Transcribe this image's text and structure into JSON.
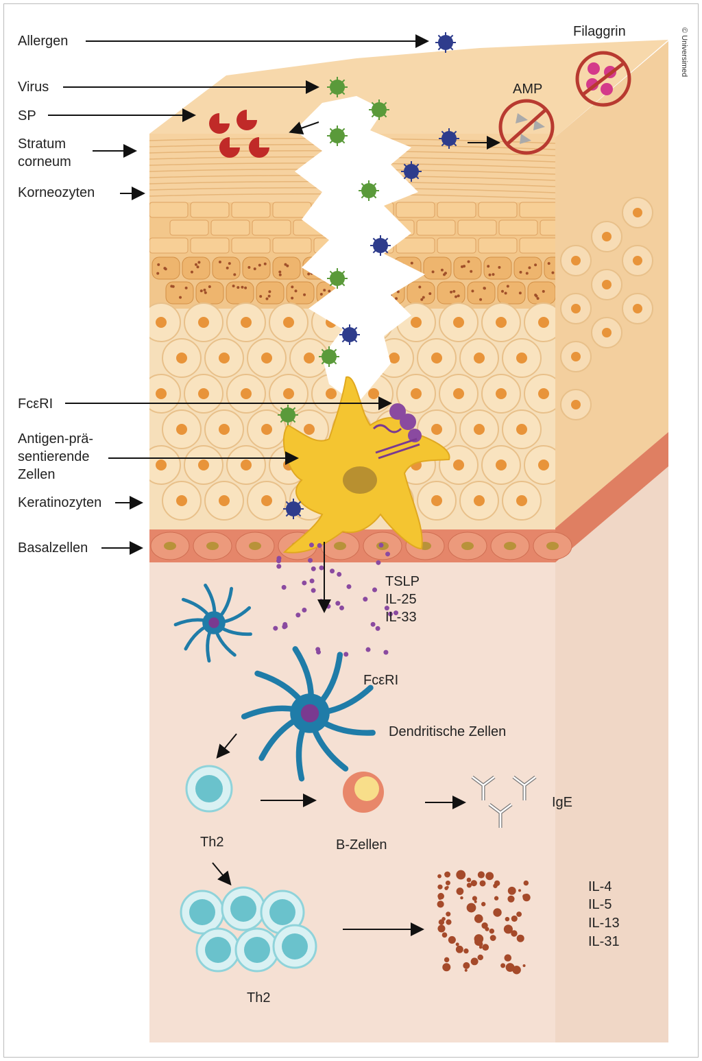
{
  "labels": {
    "allergen": "Allergen",
    "virus": "Virus",
    "sp": "SP",
    "stratum_corneum_1": "Stratum",
    "stratum_corneum_2": "corneum",
    "korneozyten": "Korneozyten",
    "fceri_left": "FcεRI",
    "apc_1": "Antigen-prä-",
    "apc_2": "sentierende",
    "apc_3": "Zellen",
    "keratinozyten": "Keratinozyten",
    "basalzellen": "Basalzellen",
    "filaggrin": "Filaggrin",
    "amp": "AMP",
    "cytokines_1": [
      "TSLP",
      "IL-25",
      "IL-33"
    ],
    "fceri_right": "FcεRI",
    "dendritische_zellen": "Dendritische Zellen",
    "th2_single": "Th2",
    "b_zellen": "B-Zellen",
    "ige": "IgE",
    "th2_cluster": "Th2",
    "cytokines_2": [
      "IL-4",
      "IL-5",
      "IL-13",
      "IL-31"
    ]
  },
  "copyright": "© Universimed",
  "colors": {
    "stratum": "#f6d3a3",
    "granular": "#eaa75c",
    "spinous": "#f8dcb0",
    "basal": "#e5866a",
    "dermis": "#f5e0d3",
    "virus_green": "#5a9a3a",
    "allergen_blue": "#2e3c8c",
    "apc_yellow": "#f4c531",
    "dendritic_blue": "#1f7ca8",
    "th2_cyan": "#8fd3da"
  }
}
